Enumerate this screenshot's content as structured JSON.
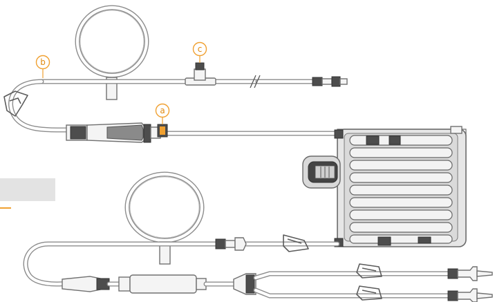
{
  "callouts": [
    {
      "id": "a",
      "label": "a"
    },
    {
      "id": "b",
      "label": "b"
    },
    {
      "id": "c",
      "label": "c"
    }
  ],
  "colors": {
    "tubing": "#8c8c8c",
    "callout_accent": "#f0a030",
    "component_dark": "#4d4d4d",
    "overlay_box": "#e3e3e3"
  }
}
